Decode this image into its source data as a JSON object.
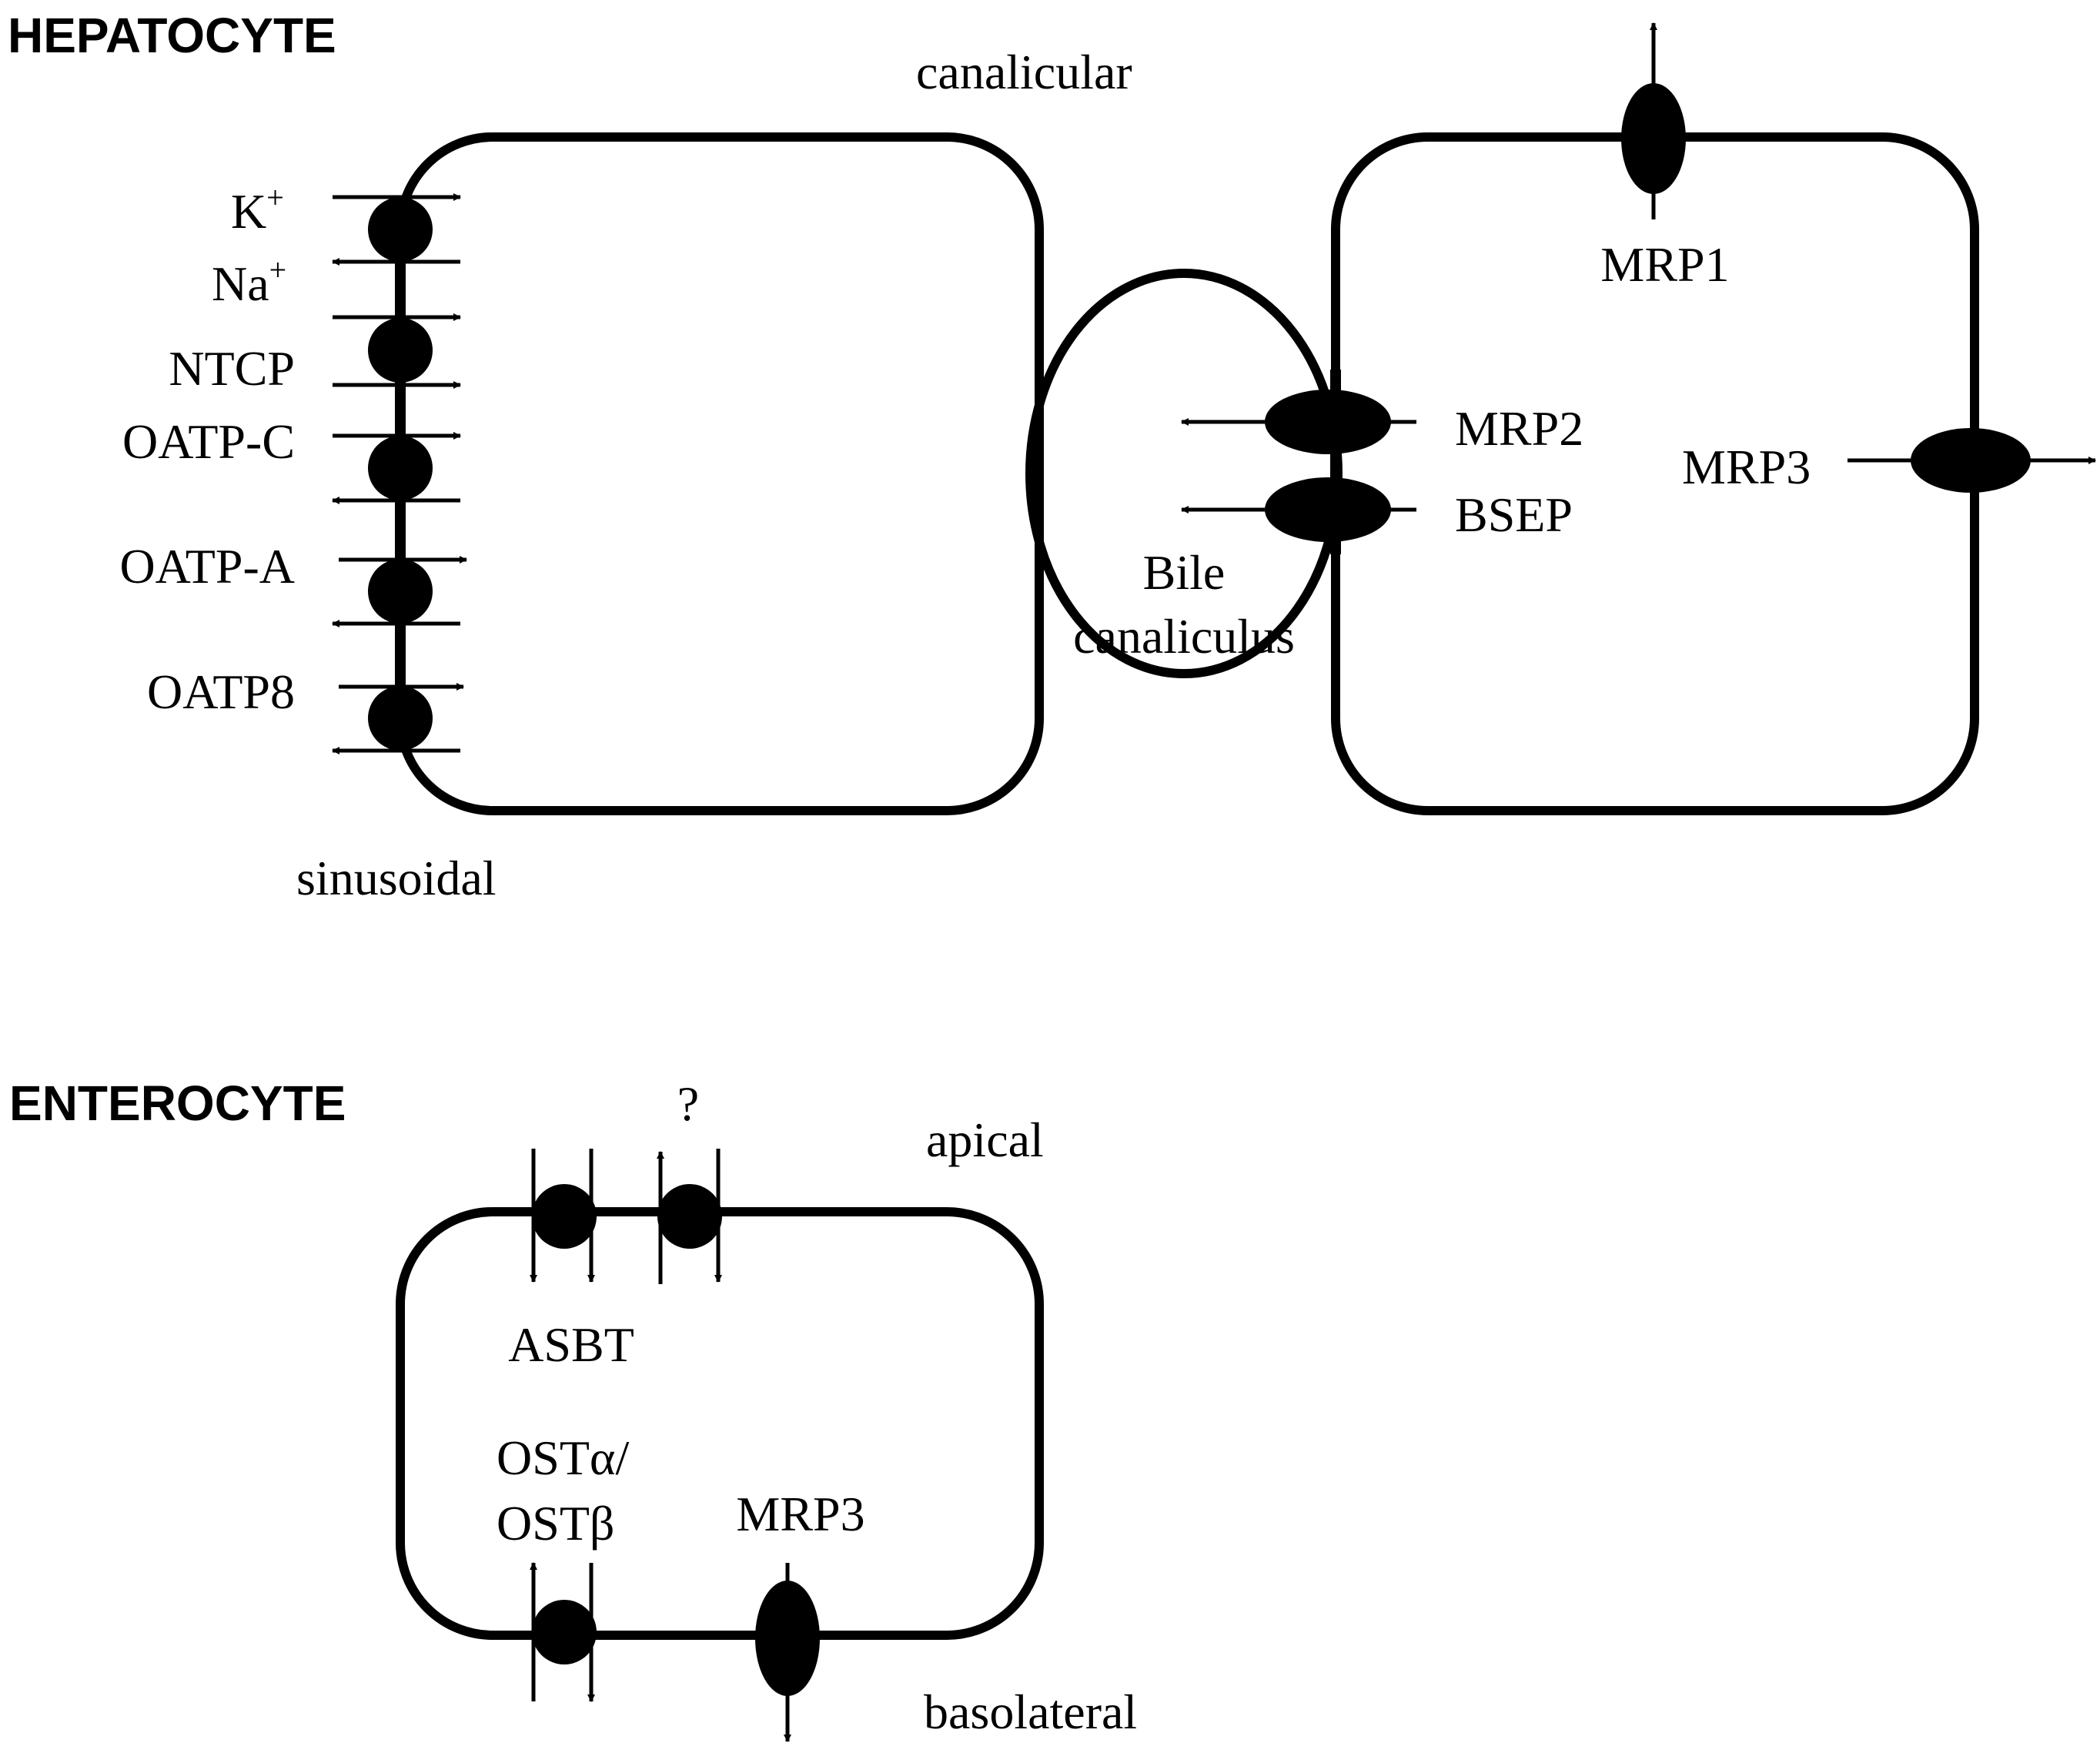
{
  "hepatocyte": {
    "title": "HEPATOCYTE",
    "label_canalicular": "canalicular",
    "label_sinusoidal": "sinusoidal",
    "bile_canaliculus_line1": "Bile",
    "bile_canaliculus_line2": "canaliculus",
    "sinusoidal_transporters": [
      {
        "label": "K",
        "superscript": "+"
      },
      {
        "label": "Na",
        "superscript": "+"
      },
      {
        "label": "NTCP"
      },
      {
        "label": "OATP-C"
      },
      {
        "label": "OATP-A"
      },
      {
        "label": "OATP8"
      }
    ],
    "mrp1": "MRP1",
    "mrp2": "MRP2",
    "bsep": "BSEP",
    "mrp3": "MRP3"
  },
  "enterocyte": {
    "title": "ENTEROCYTE",
    "label_apical": "apical",
    "label_basolateral": "basolateral",
    "unknown_transporter": "?",
    "asbt": "ASBT",
    "ost_line1": "OSTα/",
    "ost_line2": "OSTβ",
    "mrp3": "MRP3"
  }
}
